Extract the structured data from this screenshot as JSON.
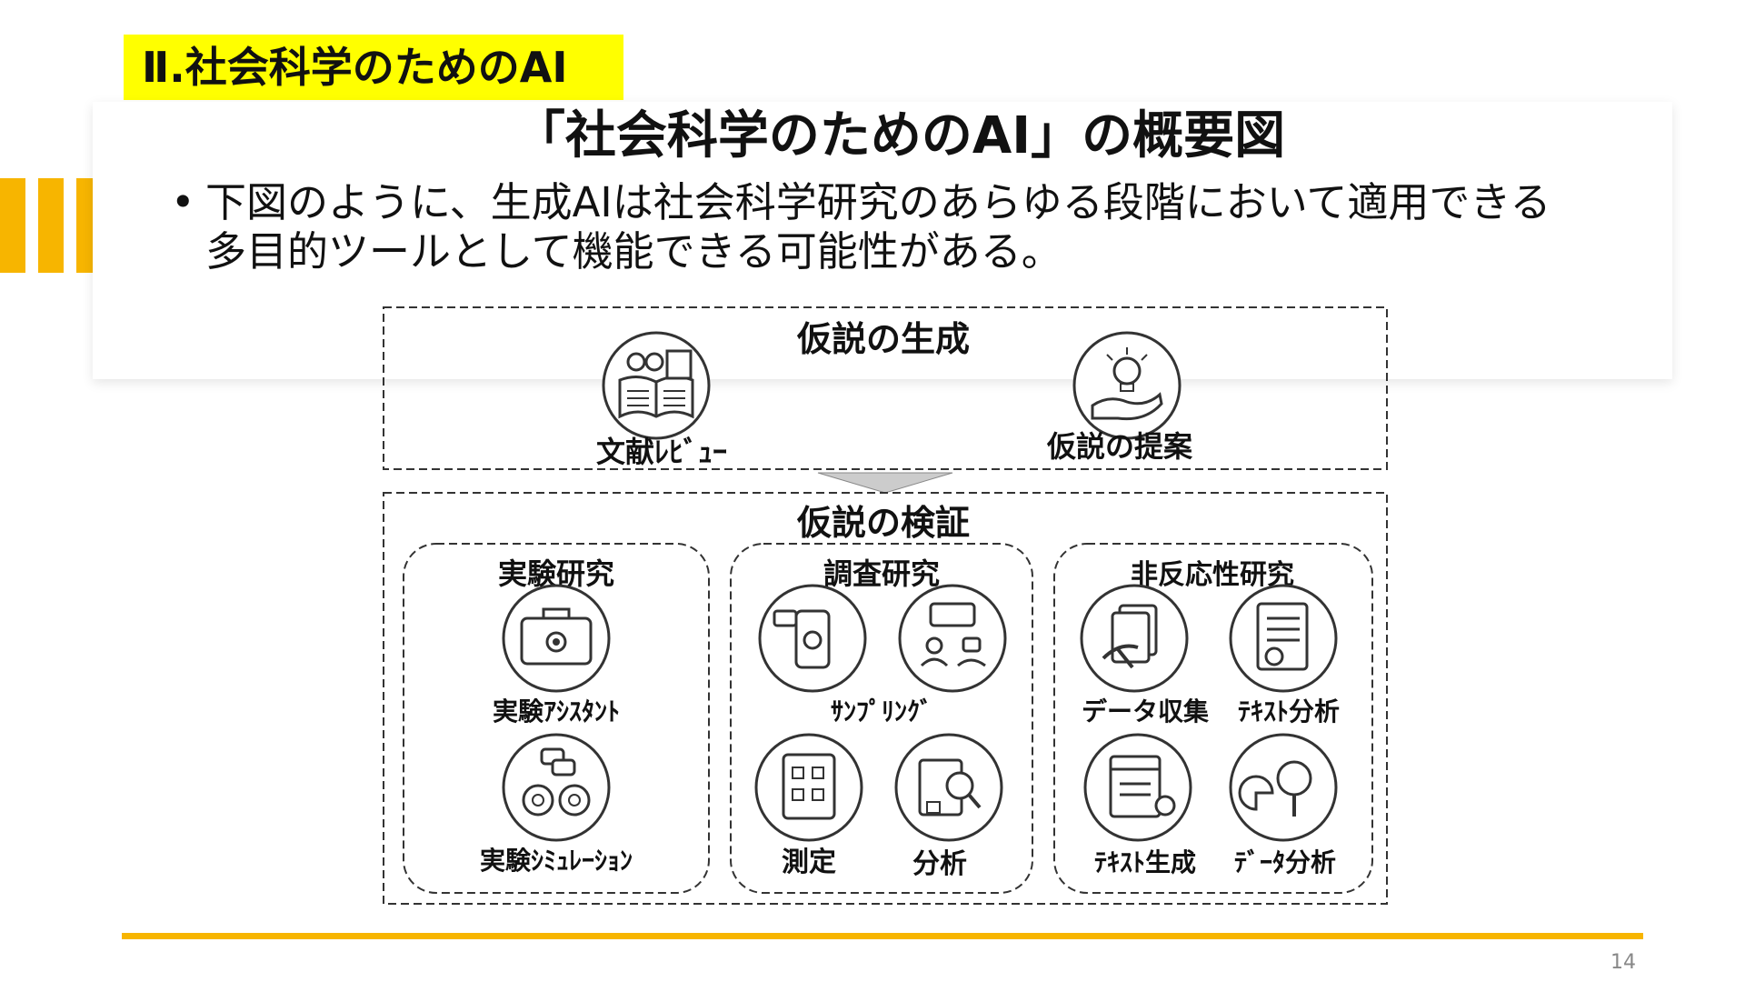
{
  "section_tag": "Ⅱ.社会科学のためのAI",
  "title": "「社会科学のためのAI」の概要図",
  "bullet": {
    "marker": "•",
    "text": "下図のように、生成AIは社会科学研究のあらゆる段階において適用できる多目的ツールとして機能できる可能性がある。"
  },
  "diagram": {
    "top_section": {
      "title": "仮説の生成",
      "items": [
        {
          "label": "文献ﾚﾋﾞｭｰ",
          "icon": "book-glasses-icon"
        },
        {
          "label": "仮説の提案",
          "icon": "lightbulb-hand-icon"
        }
      ]
    },
    "bottom_section": {
      "title": "仮説の検証",
      "groups": [
        {
          "title": "実験研究",
          "items": [
            {
              "label": "実験ｱｼｽﾀﾝﾄ",
              "icon": "toolbox-gear-icon"
            },
            {
              "label": "実験ｼﾐｭﾚｰｼｮﾝ",
              "icon": "robots-chat-icon"
            }
          ]
        },
        {
          "title": "調査研究",
          "items": [
            {
              "label": "ｻﾝﾌﾟﾘﾝｸﾞ",
              "icon": "phone-robot-icon"
            },
            {
              "label": "",
              "icon": "person-robot-chat-icon"
            },
            {
              "label": "測定",
              "icon": "checklist-icon"
            },
            {
              "label": "分析",
              "icon": "report-magnifier-icon"
            }
          ]
        },
        {
          "title": "非反応性研究",
          "items": [
            {
              "label": "データ収集",
              "icon": "documents-pickaxe-icon"
            },
            {
              "label": "ﾃｷｽﾄ分析",
              "icon": "document-check-icon"
            },
            {
              "label": "ﾃｷｽﾄ生成",
              "icon": "browser-gear-icon"
            },
            {
              "label": "ﾃﾞｰﾀ分析",
              "icon": "chart-magnifier-icon"
            }
          ]
        }
      ]
    }
  },
  "page_number": "14",
  "colors": {
    "accent": "#f7b500",
    "highlight": "#ffff00"
  }
}
